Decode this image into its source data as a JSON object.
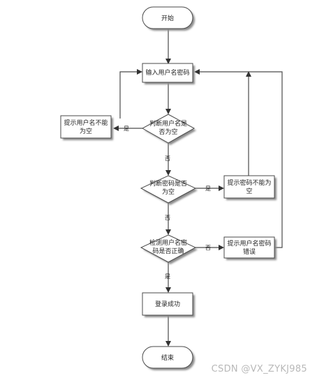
{
  "nodes": {
    "start": "开始",
    "input": "输入用户名密码",
    "check_user": [
      "判断用户名是",
      "否为空"
    ],
    "warn_user": [
      "提示用户名不能",
      "为空"
    ],
    "check_pwd": [
      "判断密码是否",
      "为空"
    ],
    "warn_pwd": [
      "提示密码不能为",
      "空"
    ],
    "verify": [
      "检测用户名密",
      "码是否正确"
    ],
    "warn_wrong": [
      "提示用户名密码",
      "错误"
    ],
    "success": "登录成功",
    "end": "结束"
  },
  "edge_labels": {
    "yes1": "是",
    "no1": "否",
    "yes2": "是",
    "no2": "否",
    "no3": "否",
    "yes3": "是"
  },
  "watermark": "CSDN @VX_ZYKJ985"
}
